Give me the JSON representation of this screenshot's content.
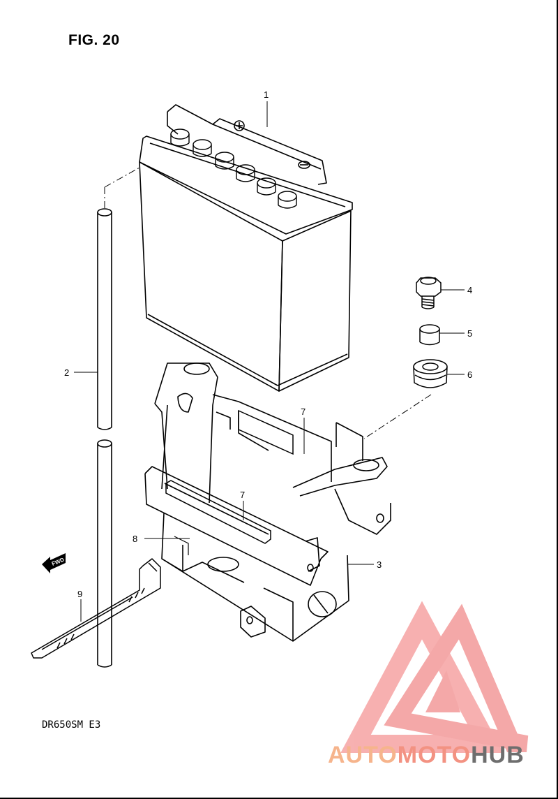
{
  "figure_title": "FIG. 20",
  "model_code": "DR650SM  E3",
  "fwd_label": "FWD",
  "callouts": [
    "1",
    "2",
    "3",
    "4",
    "5",
    "6",
    "7",
    "7",
    "8",
    "9"
  ],
  "watermark": {
    "part1": "AUTO",
    "part2": "MOTO",
    "part3": "HUB"
  },
  "colors": {
    "line": "#000000",
    "wm_red": "#f39a9a",
    "wm_orange": "#f6b48c",
    "wm_gray": "#6e6e6e"
  }
}
